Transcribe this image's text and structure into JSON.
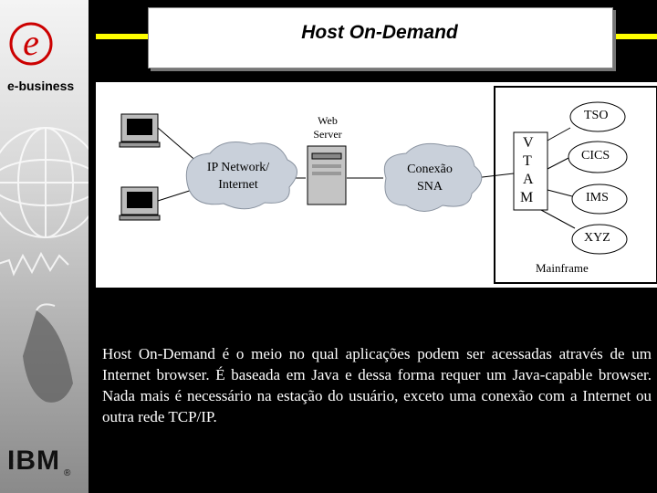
{
  "title": "Host On-Demand",
  "sidebar": {
    "brand": "e-business",
    "company": "IBM",
    "registered": "®"
  },
  "diagram": {
    "web_server": "Web\nServer",
    "ip_network": "IP Network/\nInternet",
    "sna": "Conexão\nSNA",
    "vtam": [
      "V",
      "T",
      "A",
      "M"
    ],
    "tso": "TSO",
    "cics": "CICS",
    "ims": "IMS",
    "xyz": "XYZ",
    "mainframe": "Mainframe"
  },
  "description": "Host On-Demand é o meio no qual aplicações podem ser acessadas através de um Internet browser. É baseada em Java e dessa forma requer um Java-capable browser. Nada mais é necessário na estação do usuário, exceto uma conexão com a Internet ou outra rede TCP/IP.",
  "colors": {
    "accent": "#ffff00",
    "logo_red": "#cc0000"
  }
}
